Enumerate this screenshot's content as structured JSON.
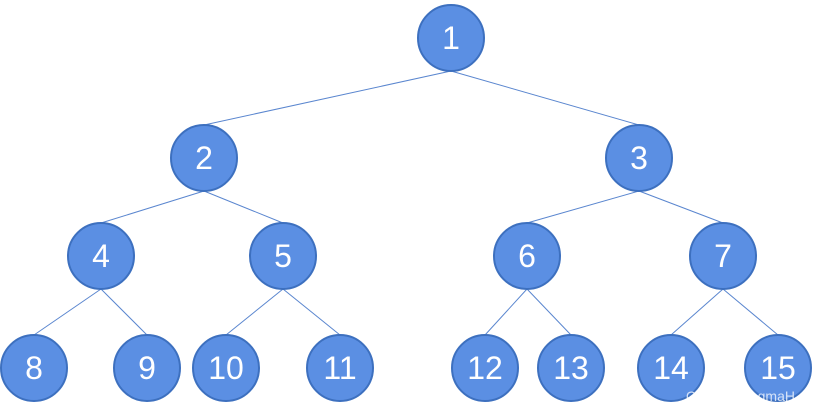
{
  "tree": {
    "nodes": [
      {
        "id": "1",
        "label": "1"
      },
      {
        "id": "2",
        "label": "2"
      },
      {
        "id": "3",
        "label": "3"
      },
      {
        "id": "4",
        "label": "4"
      },
      {
        "id": "5",
        "label": "5"
      },
      {
        "id": "6",
        "label": "6"
      },
      {
        "id": "7",
        "label": "7"
      },
      {
        "id": "8",
        "label": "8"
      },
      {
        "id": "9",
        "label": "9"
      },
      {
        "id": "10",
        "label": "10"
      },
      {
        "id": "11",
        "label": "11"
      },
      {
        "id": "12",
        "label": "12"
      },
      {
        "id": "13",
        "label": "13"
      },
      {
        "id": "14",
        "label": "14"
      },
      {
        "id": "15",
        "label": "15"
      }
    ],
    "edges": [
      [
        "1",
        "2"
      ],
      [
        "1",
        "3"
      ],
      [
        "2",
        "4"
      ],
      [
        "2",
        "5"
      ],
      [
        "3",
        "6"
      ],
      [
        "3",
        "7"
      ],
      [
        "4",
        "8"
      ],
      [
        "4",
        "9"
      ],
      [
        "5",
        "10"
      ],
      [
        "5",
        "11"
      ],
      [
        "6",
        "12"
      ],
      [
        "6",
        "13"
      ],
      [
        "7",
        "14"
      ],
      [
        "7",
        "15"
      ]
    ],
    "node_color": "#5b8fe3",
    "edge_color": "#5a86cf",
    "label_color": "#ffffff"
  },
  "watermark": {
    "text": "CSDN @…gmaH…"
  }
}
